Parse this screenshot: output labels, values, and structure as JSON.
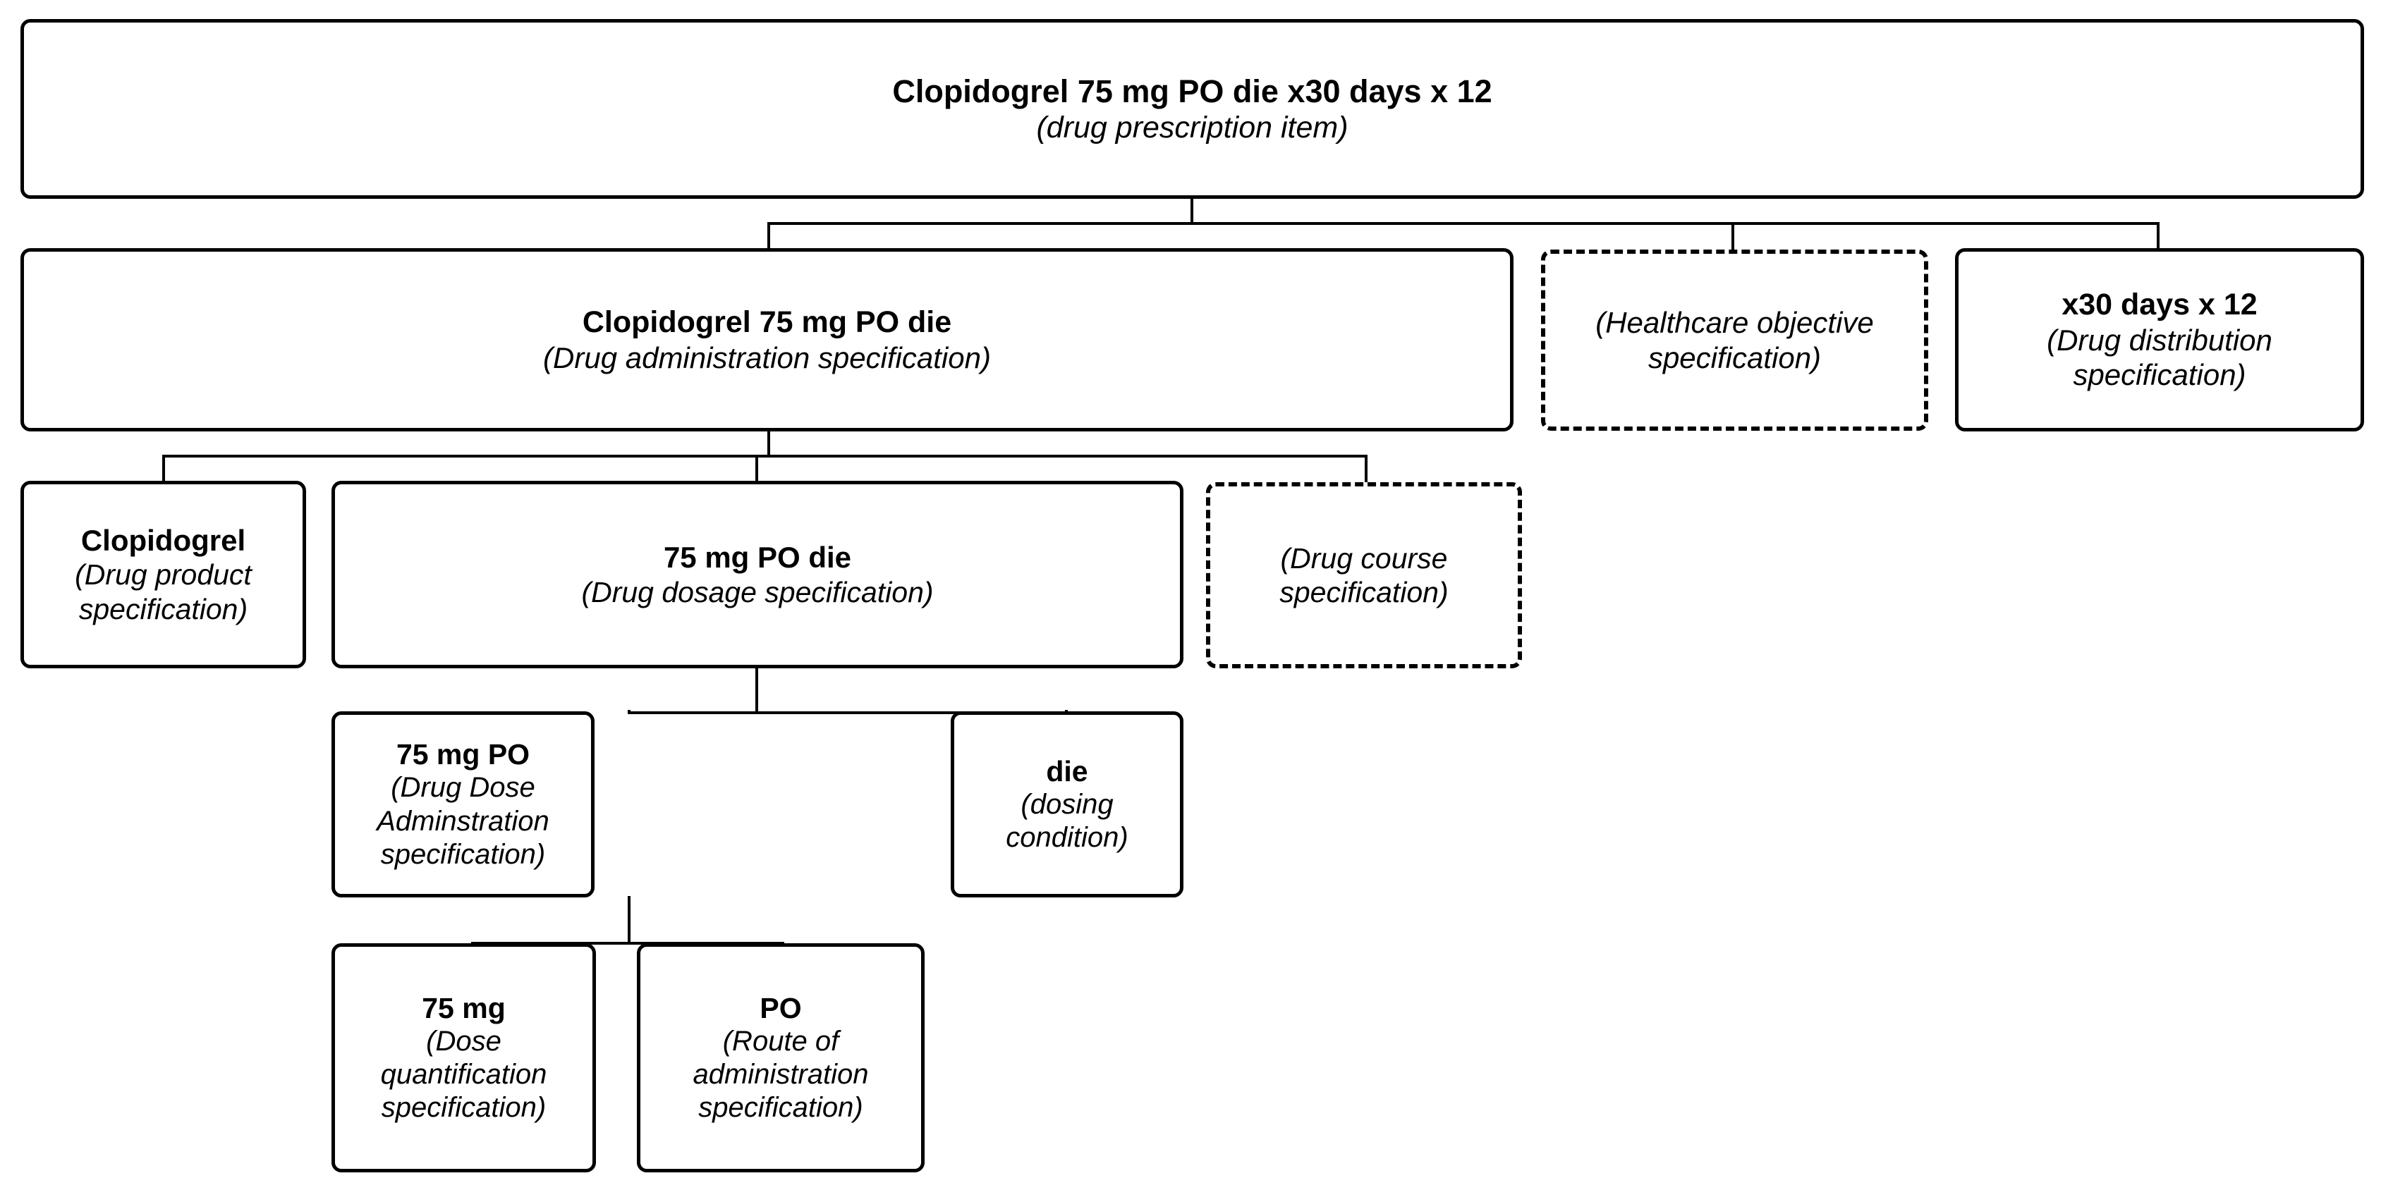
{
  "diagram": {
    "title": "Clopidogrel 75 mg PO die x30 days x 12 (drug prescription item)",
    "style": {
      "background": "#ffffff",
      "line_color": "#000000",
      "node_fill": "#ffffff",
      "node_border": "#000000"
    },
    "nodes": {
      "root": {
        "label": "Clopidogrel 75 mg PO die x30 days x 12",
        "type": "(drug prescription item)",
        "border": "solid"
      },
      "drug_admin_spec": {
        "label": "Clopidogrel 75 mg PO die",
        "type": "(Drug administration specification)",
        "border": "solid"
      },
      "healthcare_objective_spec": {
        "label": "",
        "type": "(Healthcare objective specification)",
        "border": "dashed"
      },
      "drug_distribution_spec": {
        "label": "x30 days x 12",
        "type": "(Drug distribution specification)",
        "border": "solid"
      },
      "drug_product_spec": {
        "label": "Clopidogrel",
        "type": "(Drug product specification)",
        "border": "solid"
      },
      "drug_dosage_spec": {
        "label": "75 mg PO die",
        "type": "(Drug dosage specification)",
        "border": "solid"
      },
      "drug_course_spec": {
        "label": "",
        "type": "(Drug course specification)",
        "border": "dashed"
      },
      "drug_dose_admin_spec": {
        "label": "75 mg PO",
        "type": "(Drug Dose Adminstration specification)",
        "border": "solid"
      },
      "dosing_condition": {
        "label": "die",
        "type": "(dosing condition)",
        "border": "solid"
      },
      "dose_quantification_spec": {
        "label": "75 mg",
        "type": "(Dose quantification specification)",
        "border": "solid"
      },
      "route_of_administration_spec": {
        "label": "PO",
        "type": "(Route of administration specification)",
        "border": "solid"
      }
    },
    "edges": [
      {
        "from": "root",
        "to": "drug_admin_spec"
      },
      {
        "from": "root",
        "to": "healthcare_objective_spec"
      },
      {
        "from": "root",
        "to": "drug_distribution_spec"
      },
      {
        "from": "drug_admin_spec",
        "to": "drug_product_spec"
      },
      {
        "from": "drug_admin_spec",
        "to": "drug_dosage_spec"
      },
      {
        "from": "drug_admin_spec",
        "to": "drug_course_spec"
      },
      {
        "from": "drug_dosage_spec",
        "to": "drug_dose_admin_spec"
      },
      {
        "from": "drug_dosage_spec",
        "to": "dosing_condition"
      },
      {
        "from": "drug_dose_admin_spec",
        "to": "dose_quantification_spec"
      },
      {
        "from": "drug_dose_admin_spec",
        "to": "route_of_administration_spec"
      }
    ]
  }
}
